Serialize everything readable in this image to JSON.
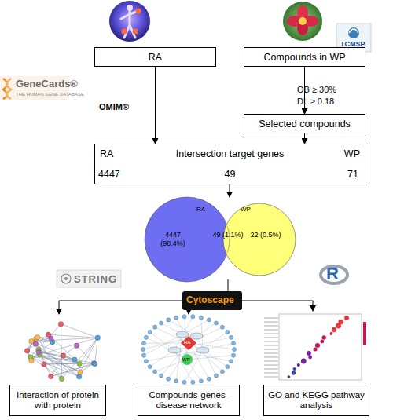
{
  "diagram": {
    "nodes": [
      {
        "text": [
          "RA"
        ]
      },
      {
        "text": [
          "Compounds in WP"
        ]
      },
      {
        "text": [
          "Selected compounds"
        ]
      },
      {
        "text": [
          "RA",
          "4447",
          "Intersection target genes",
          "49",
          "WP",
          "71"
        ]
      },
      {
        "text": [
          "Interaction of protein with protein"
        ]
      },
      {
        "text": [
          "Compounds-genes-disease network"
        ]
      },
      {
        "text": [
          "GO and KEGG pathway analysis"
        ]
      }
    ],
    "edges": [
      {
        "from": 0,
        "to": 3,
        "arrow": "to"
      },
      {
        "from": 1,
        "to": 2,
        "arrow": "to"
      },
      {
        "from": 2,
        "to": 3,
        "arrow": "to"
      }
    ],
    "labels": [
      "GeneCards®",
      "THE HUMAN GENE DATABASE",
      "TCMSP",
      "OMIM®",
      "OB ≥ 30%",
      "DL ≥ 0.18",
      "RA",
      "WP",
      "4447 (98.4%)",
      "49 (1.1%)",
      "22 (0.5%)",
      "STRING",
      "Cytoscape",
      "R",
      "RA",
      "WP"
    ]
  }
}
